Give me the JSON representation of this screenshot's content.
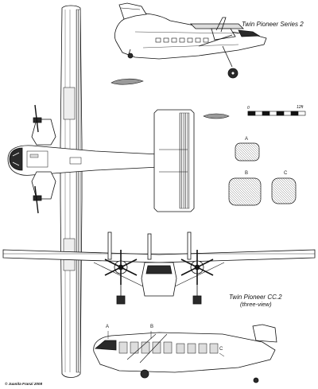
{
  "titles": {
    "series2": "Twin Pioneer Series 2",
    "cc2_line1": "Twin Pioneer CC.2",
    "cc2_line2": "(three-view)"
  },
  "copyright": "© Juanita Franzi 2008",
  "scale_bar": {
    "zero_label": "0",
    "max_label": "12ft"
  },
  "window_views": {
    "a": "A",
    "b": "B",
    "c": "C"
  },
  "section_markers": {
    "a": "A",
    "b": "B",
    "c": "C"
  },
  "colors": {
    "ink": "#111111",
    "paper": "#ffffff",
    "shade": "#9a9a9a",
    "dark": "#2a2a2a"
  }
}
